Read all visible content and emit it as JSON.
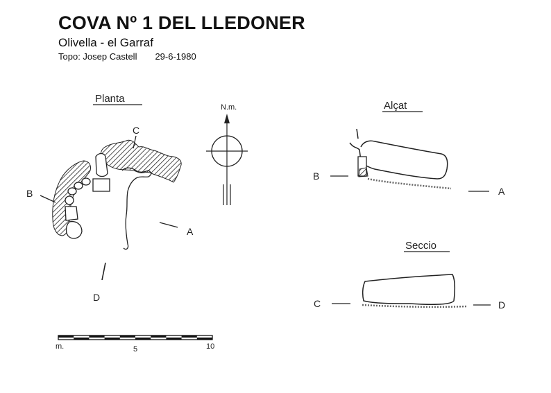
{
  "header": {
    "title": "COVA Nº 1 DEL LLEDONER",
    "subtitle": "Olivella - el Garraf",
    "author": "Topo: Josep Castell",
    "date": "29-6-1980"
  },
  "plan": {
    "title": "Planta",
    "labels": {
      "b": "B",
      "c": "C",
      "a": "A",
      "d": "D"
    },
    "north_label": "N.m."
  },
  "elevation": {
    "title": "Alçat",
    "labels": {
      "b": "B",
      "a": "A"
    }
  },
  "section": {
    "title": "Seccio",
    "labels": {
      "c": "C",
      "d": "D"
    }
  },
  "scale": {
    "unit": "m.",
    "mid": "5",
    "end": "10",
    "segments": 10
  }
}
